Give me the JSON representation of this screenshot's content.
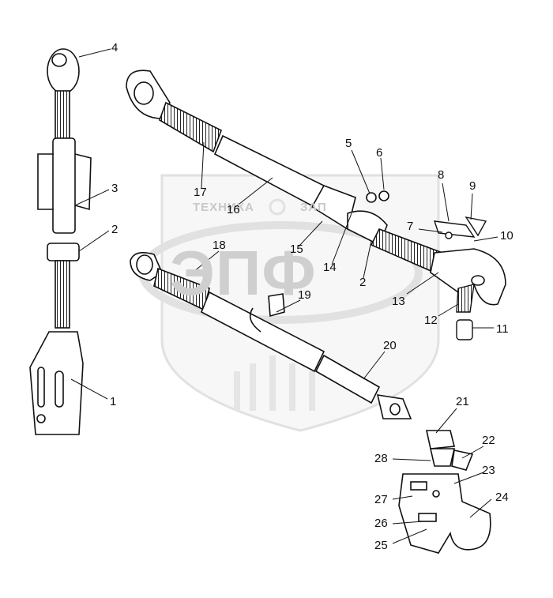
{
  "watermark": {
    "top_text": "ТЕХНИКА",
    "top_text_right": "ЗАП",
    "logo_text": "ЭПФ"
  },
  "labels": {
    "p1": "1",
    "p2a": "2",
    "p2b": "2",
    "p3": "3",
    "p4": "4",
    "p5": "5",
    "p6": "6",
    "p7": "7",
    "p8": "8",
    "p9": "9",
    "p10": "10",
    "p11": "11",
    "p12": "12",
    "p13": "13",
    "p14": "14",
    "p15": "15",
    "p16": "16",
    "p17": "17",
    "p18": "18",
    "p19": "19",
    "p20": "20",
    "p21": "21",
    "p22": "22",
    "p23": "23",
    "p24": "24",
    "p25": "25",
    "p26": "26",
    "p27": "27",
    "p28": "28"
  }
}
